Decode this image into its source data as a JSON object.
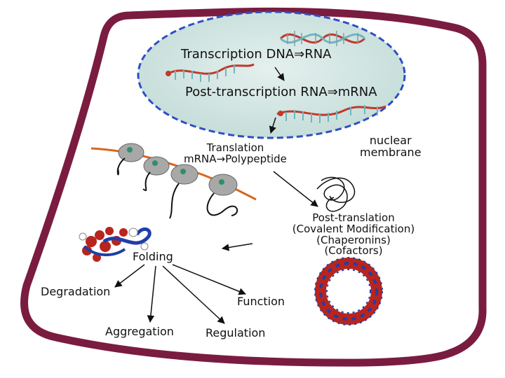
{
  "colors": {
    "cell_wall": "#7a1c3f",
    "nucleus_fill": "#cfe3e0",
    "nucleus_border": "#2f4fc4",
    "dna_red": "#c0392b",
    "dna_teal": "#6fb5c0",
    "mrna_orange": "#d9661f",
    "protein_red": "#b8241e",
    "protein_blue": "#1f3fa8"
  },
  "labels": {
    "transcription": "Transcription DNA⇒RNA",
    "post_transcription": "Post-transcription RNA⇒mRNA",
    "translation_line1": "Translation",
    "translation_line2": "mRNA→Polypeptide",
    "nuclear_line1": "nuclear",
    "nuclear_line2": "membrane",
    "post_translation_line1": "Post-translation",
    "post_translation_line2": "(Covalent Modification)",
    "post_translation_line3": "(Chaperonins)",
    "post_translation_line4": "(Cofactors)",
    "folding": "Folding",
    "degradation": "Degradation",
    "function": "Function",
    "aggregation": "Aggregation",
    "regulation": "Regulation"
  }
}
